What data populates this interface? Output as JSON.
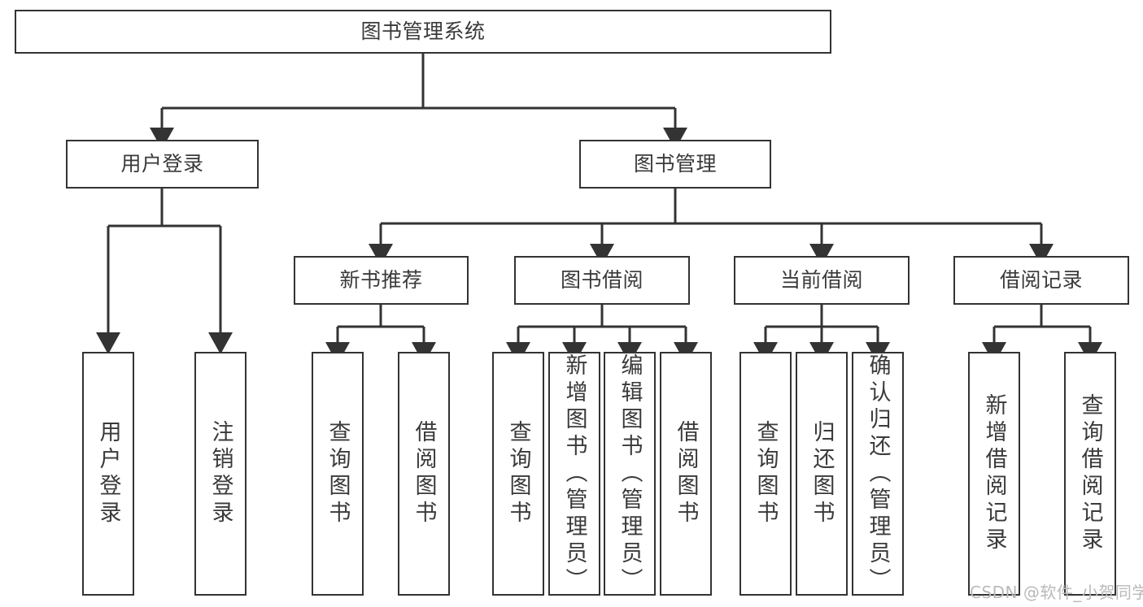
{
  "diagram": {
    "type": "tree-hierarchy-chart",
    "title": "图书管理系统",
    "orientation": "top-down",
    "line_color": "#333333",
    "box_border_color": "#333333",
    "box_fill": "#ffffff",
    "text_color": "#3a3a3a"
  },
  "root": {
    "label": "图书管理系统"
  },
  "level2": [
    {
      "label": "用户登录"
    },
    {
      "label": "图书管理"
    }
  ],
  "level3": [
    {
      "label": "新书推荐"
    },
    {
      "label": "图书借阅"
    },
    {
      "label": "当前借阅"
    },
    {
      "label": "借阅记录"
    }
  ],
  "leaves": {
    "user_login": [
      {
        "label": "用户登录"
      },
      {
        "label": "注销登录"
      }
    ],
    "new_book_recommend": [
      {
        "label": "查询图书"
      },
      {
        "label": "借阅图书"
      }
    ],
    "book_borrow": [
      {
        "label": "查询图书"
      },
      {
        "label": "新增图书（管理员）"
      },
      {
        "label": "编辑图书（管理员）"
      },
      {
        "label": "借阅图书"
      }
    ],
    "current_borrow": [
      {
        "label": "查询图书"
      },
      {
        "label": "归还图书"
      },
      {
        "label": "确认归还（管理员）"
      }
    ],
    "borrow_record": [
      {
        "label": "新增借阅记录"
      },
      {
        "label": "查询借阅记录"
      }
    ]
  },
  "watermark": {
    "text": "CSDN @软件_小贺同学"
  }
}
